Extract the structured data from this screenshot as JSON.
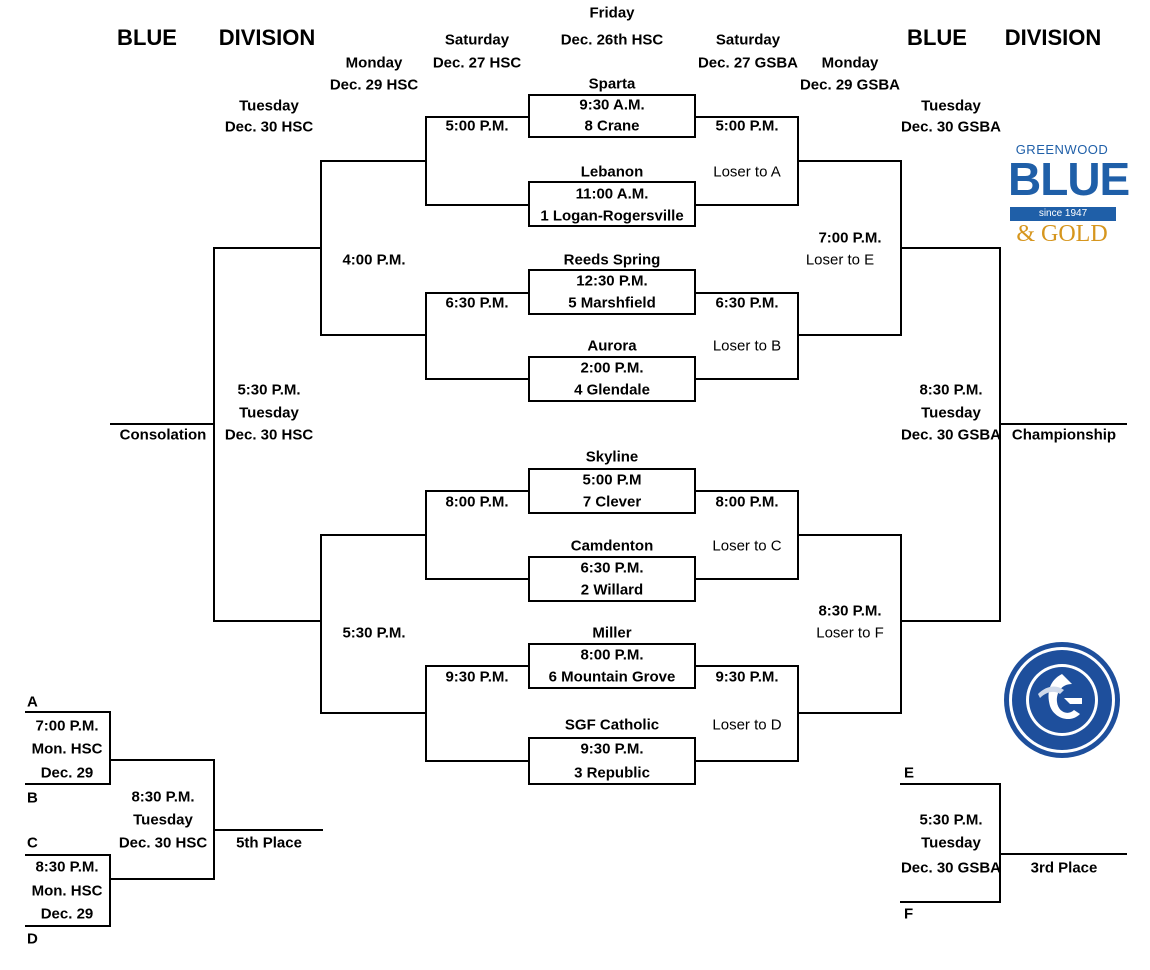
{
  "header": {
    "left_blue": "BLUE",
    "left_division": "DIVISION",
    "right_blue": "BLUE",
    "right_division": "DIVISION",
    "friday": "Friday",
    "friday_date": "Dec. 26th HSC",
    "sat_left": "Saturday",
    "sat_left_date": "Dec. 27 HSC",
    "sat_right": "Saturday",
    "sat_right_date": "Dec. 27 GSBA",
    "mon_left": "Monday",
    "mon_left_date": "Dec. 29 HSC",
    "mon_right": "Monday",
    "mon_right_date": "Dec. 29 GSBA",
    "tue_left": "Tuesday",
    "tue_left_date": "Dec. 30 HSC",
    "tue_right": "Tuesday",
    "tue_right_date": "Dec. 30 GSBA"
  },
  "first_round": [
    {
      "top": "Sparta",
      "time": "9:30 A.M.",
      "seed": "8 Crane"
    },
    {
      "top": "Lebanon",
      "time": "11:00 A.M.",
      "seed": "1 Logan-Rogersville"
    },
    {
      "top": "Reeds Spring",
      "time": "12:30 P.M.",
      "seed": "5 Marshfield"
    },
    {
      "top": "Aurora",
      "time": "2:00 P.M.",
      "seed": "4 Glendale"
    },
    {
      "top": "Skyline",
      "time": "5:00 P.M",
      "seed": "7 Clever"
    },
    {
      "top": "Camdenton",
      "time": "6:30 P.M.",
      "seed": "2 Willard"
    },
    {
      "top": "Miller",
      "time": "8:00 P.M.",
      "seed": "6 Mountain Grove"
    },
    {
      "top": "SGF Catholic",
      "time": "9:30 P.M.",
      "seed": "3 Republic"
    }
  ],
  "quarter_left": [
    "5:00 P.M.",
    "6:30 P.M.",
    "8:00 P.M.",
    "9:30 P.M."
  ],
  "quarter_right": [
    "5:00 P.M.",
    "6:30 P.M.",
    "8:00 P.M.",
    "9:30 P.M."
  ],
  "loser_labels": [
    "Loser to A",
    "Loser to B",
    "Loser to C",
    "Loser to D"
  ],
  "semi_left": [
    "4:00 P.M.",
    "5:30 P.M."
  ],
  "semi_right": [
    {
      "time": "7:00 P.M.",
      "note": "Loser to E"
    },
    {
      "time": "8:30 P.M.",
      "note": "Loser to F"
    }
  ],
  "consolation": {
    "time": "5:30 P.M.",
    "day": "Tuesday",
    "date": "Dec. 30 HSC",
    "label": "Consolation"
  },
  "championship": {
    "time": "8:30 P.M.",
    "day": "Tuesday",
    "date": "Dec. 30 GSBA",
    "label": "Championship"
  },
  "fifth": {
    "a": "A",
    "b": "B",
    "c": "C",
    "d": "D",
    "game1_time": "7:00 P.M.",
    "game1_site": "Mon. HSC",
    "game1_date": "Dec. 29",
    "game2_time": "8:30 P.M.",
    "game2_site": "Mon. HSC",
    "game2_date": "Dec. 29",
    "final_time": "8:30 P.M.",
    "final_day": "Tuesday",
    "final_date": "Dec. 30 HSC",
    "label": "5th Place"
  },
  "third": {
    "e": "E",
    "f": "F",
    "time": "5:30 P.M.",
    "day": "Tuesday",
    "date": "Dec. 30 GSBA",
    "label": "3rd Place"
  },
  "logo": {
    "top": "GREENWOOD",
    "word": "BLUE",
    "since": "since 1947",
    "gold": "& GOLD"
  },
  "colors": {
    "logo_blue": "#1f5fa8",
    "logo_gold": "#d6961e",
    "seal_blue": "#1e4f9c"
  }
}
